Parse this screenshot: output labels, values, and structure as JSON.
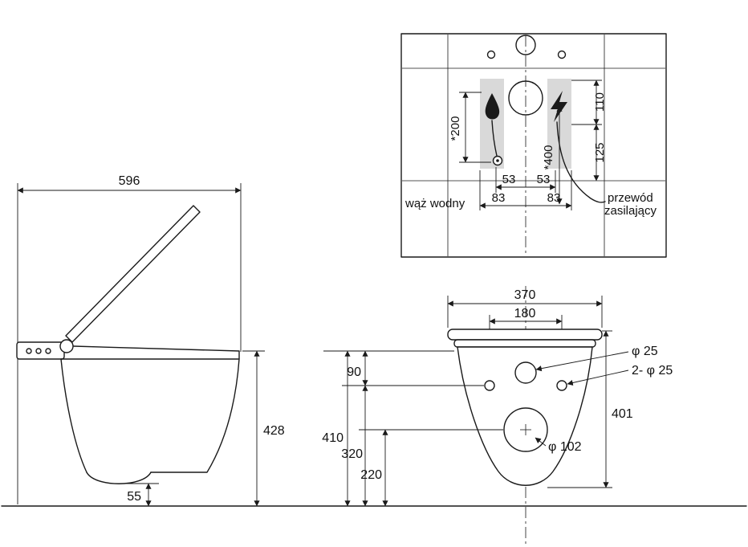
{
  "side_view": {
    "overall_depth": "596",
    "seat_height": "428",
    "floor_clearance": "55"
  },
  "installation_view": {
    "water_hose_label": "wąż wodny",
    "power_cord_label_line1": "przewód",
    "power_cord_label_line2": "zasilający",
    "dims": {
      "hose_height": "*200",
      "cord_height": "*400",
      "top_offset": "110",
      "mid_offset": "125",
      "left_53": "53",
      "right_53": "53",
      "left_83": "83",
      "right_83": "83"
    }
  },
  "rear_view": {
    "dims": {
      "overall_width": "370",
      "hole_spacing": "180",
      "top_to_holes": "90",
      "height_410": "410",
      "height_320": "320",
      "height_220": "220",
      "height_401": "401"
    },
    "callouts": {
      "supply_hole": "φ 25",
      "fixing_holes": "2- φ 25",
      "drain_hole": "φ 102"
    }
  },
  "colors": {
    "line": "#1a1a1a",
    "shade": "#d9d9d9",
    "background": "#ffffff"
  }
}
